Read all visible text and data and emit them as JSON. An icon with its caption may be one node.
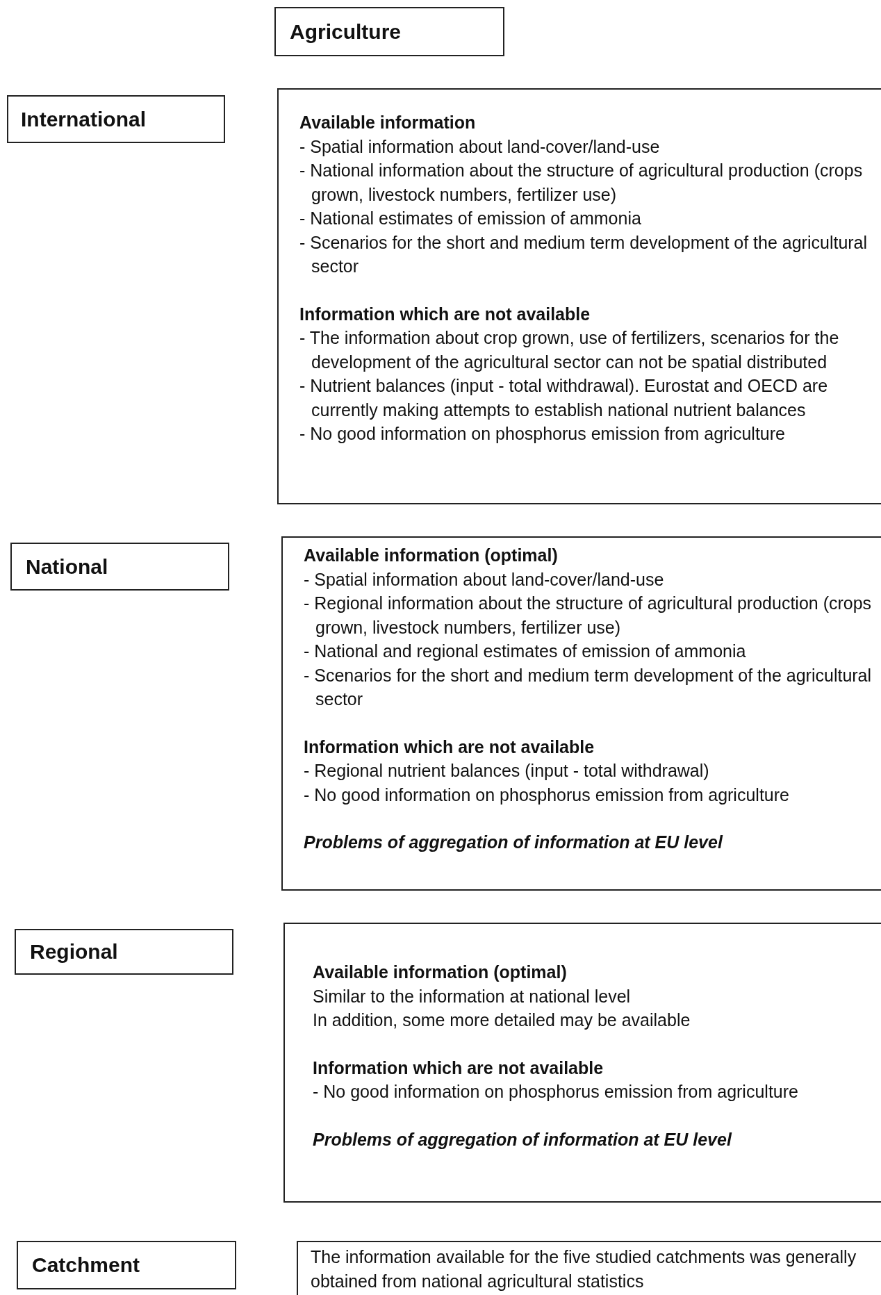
{
  "diagram": {
    "nodes": [
      {
        "text": [
          "Agriculture"
        ]
      },
      {
        "text": [
          "International"
        ]
      },
      {
        "text": [
          "Available information",
          "- Spatial information about land-cover/land-use",
          "- National information about the structure of agricultural production (crops grown, livestock numbers, fertilizer use)",
          "- National estimates of emission of ammonia",
          "- Scenarios for the short and medium term development of the agricultural sector",
          "Information which are not available",
          "- The information about crop grown, use of fertilizers, scenarios for the development of the agricultural sector can not be spatial distributed",
          "- Nutrient balances (input - total withdrawal). Eurostat and OECD are currently making attempts to establish national nutrient balances",
          "- No good information on phosphorus emission from agriculture"
        ]
      },
      {
        "text": [
          "National"
        ]
      },
      {
        "text": [
          "Available information (optimal)",
          "- Spatial information about land-cover/land-use",
          "- Regional information about the structure of agricultural production (crops grown, livestock numbers, fertilizer use)",
          "- National and regional estimates of emission of ammonia",
          "- Scenarios for the short and medium term development of the agricultural sector",
          "Information which are not available",
          "- Regional nutrient balances (input - total withdrawal)",
          "- No good information on phosphorus emission from agriculture",
          "Problems of aggregation of information at EU level"
        ]
      },
      {
        "text": [
          "Regional"
        ]
      },
      {
        "text": [
          "Available information (optimal)",
          "Similar to the information at national level",
          "In addition, some more detailed may be available",
          "Information which are not available",
          "- No good information on phosphorus emission from agriculture",
          "Problems of aggregation of information at EU level"
        ]
      },
      {
        "text": [
          "Catchment"
        ]
      },
      {
        "text": [
          "The information available for the five studied catchments was generally obtained from national agricultural statistics"
        ]
      }
    ],
    "edges": []
  }
}
